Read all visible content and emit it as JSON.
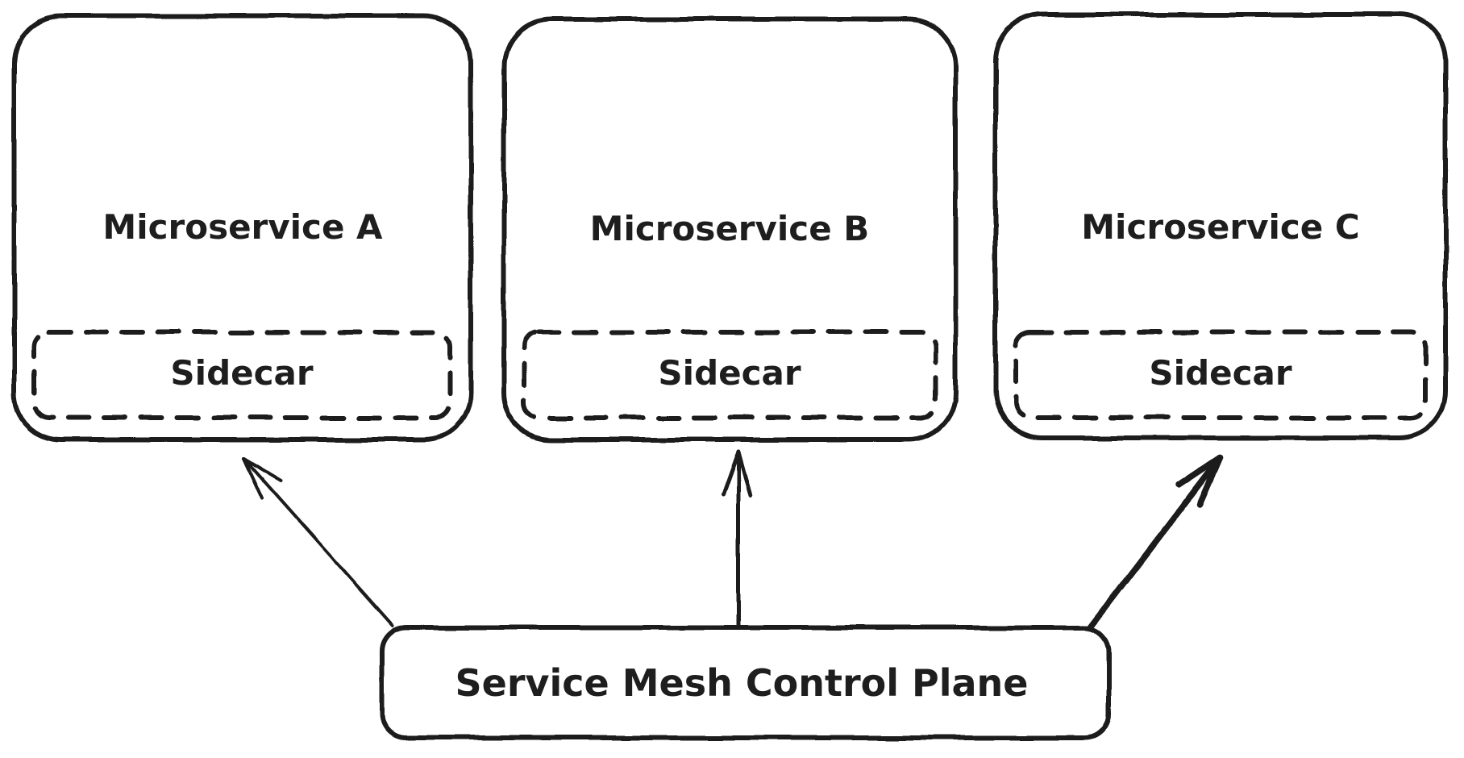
{
  "diagram": {
    "colors": {
      "ink": "#1e1e1e",
      "background": "#ffffff"
    },
    "services": [
      {
        "name": "Microservice A",
        "sidecar": "Sidecar"
      },
      {
        "name": "Microservice B",
        "sidecar": "Sidecar"
      },
      {
        "name": "Microservice C",
        "sidecar": "Sidecar"
      }
    ],
    "control_plane": {
      "label": "Service Mesh Control Plane"
    }
  }
}
